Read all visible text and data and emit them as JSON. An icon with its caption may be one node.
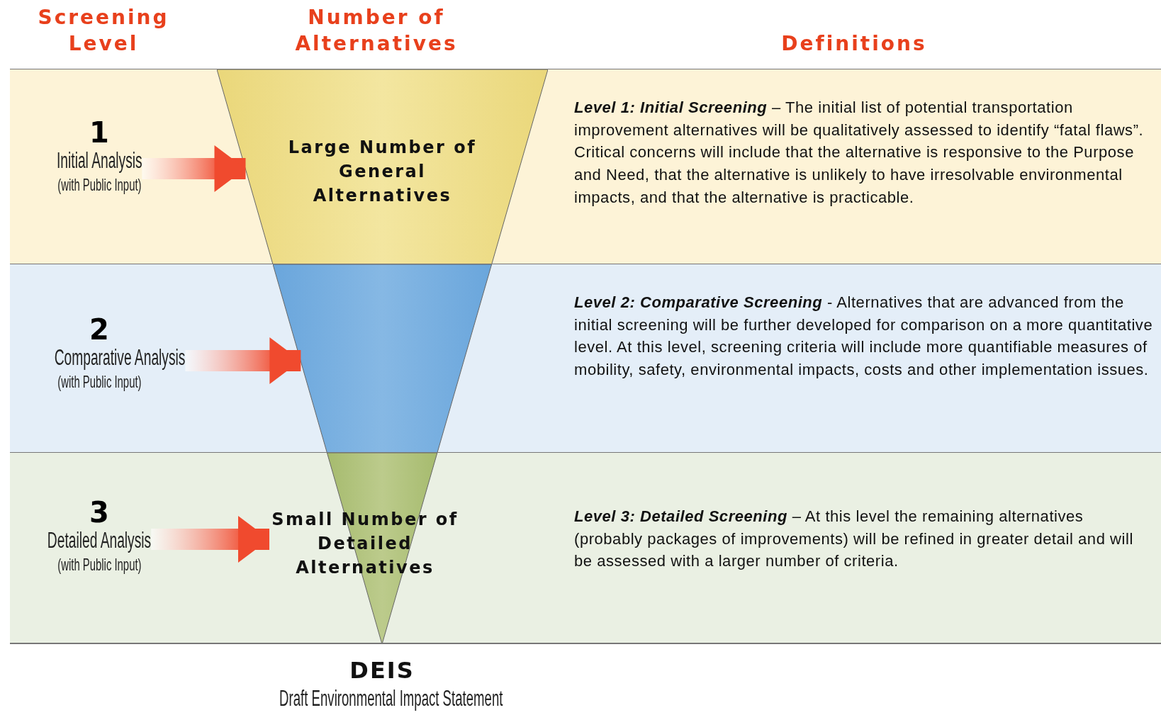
{
  "diagram": {
    "nodes": [
      {
        "text": [
          "**Level 1: Initial Screening** – The initial list of potential transportation improvement alternatives will be qualitatively assessed to identify “fatal flaws”.  Critical concerns will include that the alternative is responsive to the Purpose and Need, that the alternative is unlikely to have irresolvable environmental impacts, and that the alternative is practicable."
        ]
      },
      {
        "text": [
          "1",
          "Initial Analysis",
          "(with Public Input)"
        ],
        "in": 0
      },
      {
        "text": [
          "**Level 2: Comparative Screening** - Alternatives that are advanced from the initial screening will be further developed for comparison on a more quantitative level.  At this level, screening criteria will include more quantifiable measures of mobility, safety, environmental impacts, costs and other implementation issues."
        ]
      },
      {
        "text": [
          "2",
          "Comparative Analysis",
          "(with Public Input)"
        ],
        "in": 2
      },
      {
        "text": [
          "**Level 3: Detailed Screening** – At this level the remaining alternatives (probably packages of improvements) will be refined in greater detail and will be assessed with a larger number of criteria."
        ]
      },
      {
        "text": [
          "3",
          "Detailed Analysis",
          "(with Public Input)"
        ],
        "in": 4
      },
      {
        "text": [
          "Large Number of General Alternatives"
        ],
        "in": 0
      },
      {
        "text": [],
        "shape": "trapezoid",
        "in": 2
      },
      {
        "text": [
          "Small Number of Detailed Alternatives"
        ],
        "in": 4
      }
    ],
    "edges": [
      {
        "from": 1,
        "to": 6,
        "arrow": "to",
        "style": "thick"
      },
      {
        "from": 3,
        "to": 7,
        "arrow": "to",
        "style": "thick"
      },
      {
        "from": 5,
        "to": 8,
        "arrow": "to",
        "style": "thick"
      }
    ],
    "labels": [
      "Screening Level",
      "Number of Alternatives",
      "Definitions",
      "DEIS",
      "Draft Environmental Impact Statement"
    ]
  }
}
